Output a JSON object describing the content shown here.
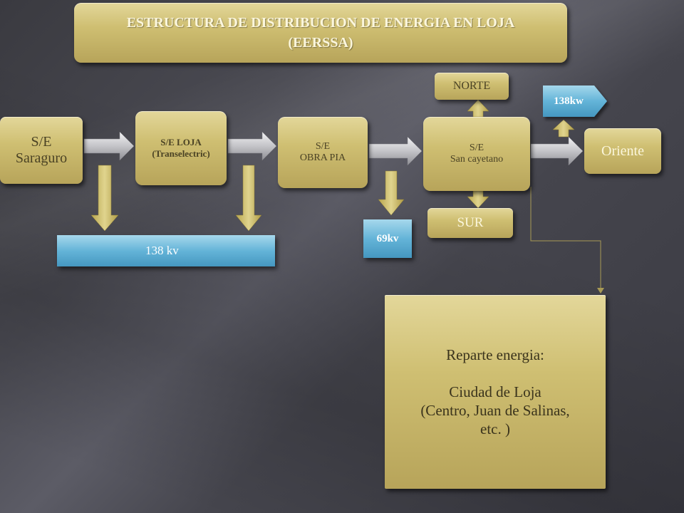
{
  "title": "ESTRUCTURA DE DISTRIBUCION DE ENERGIA EN LOJA (EERSSA)",
  "nodes": {
    "saraguro": {
      "line1": "S/E",
      "line2": "Saraguro"
    },
    "loja": {
      "line1": "S/E LOJA",
      "line2": "(Transelectric)"
    },
    "obra_pia": {
      "line1": "S/E",
      "line2": "OBRA PIA"
    },
    "san_cayetano": {
      "line1": "S/E",
      "line2": "San cayetano"
    },
    "norte": "NORTE",
    "sur": "SUR",
    "oriente": "Oriente"
  },
  "labels": {
    "kv138": "138 kv",
    "kv69": "69kv",
    "kw138": "138kw"
  },
  "info_box": {
    "line1": "Reparte energia:",
    "line2": "Ciudad de Loja",
    "line3": "(Centro, Juan de Salinas,",
    "line4": "etc. )"
  },
  "colors": {
    "gold": "#cfbf72",
    "blue": "#64b4d8",
    "arrow_gray": "#c8c8cc",
    "arrow_gold": "#c9b95e"
  }
}
